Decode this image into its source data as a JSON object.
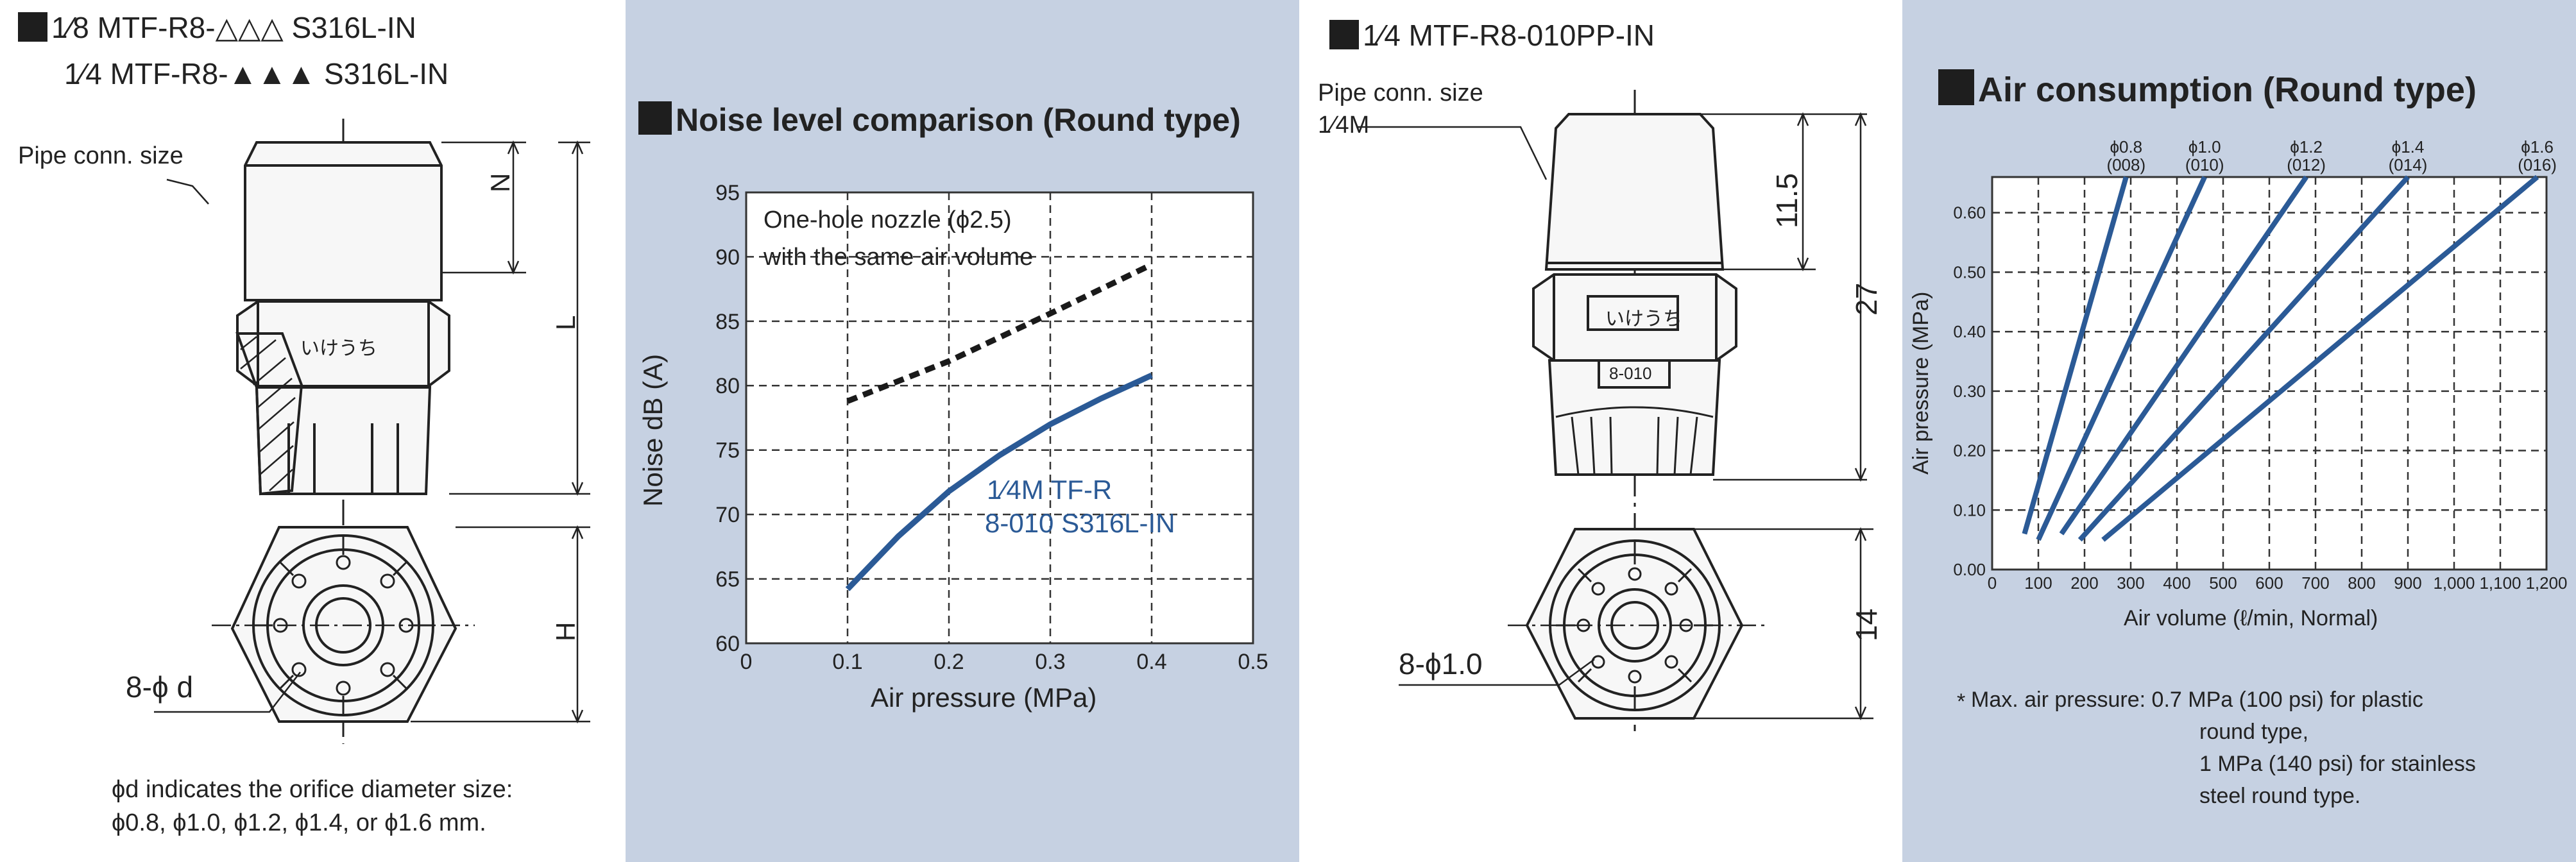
{
  "left_drawing": {
    "model_line1": "1⁄8 MTF-R8-△△△ S316L-IN",
    "model_line2": "1⁄4 MTF-R8-▲▲▲ S316L-IN",
    "pipe_label": "Pipe conn. size",
    "dim_N": "N",
    "dim_L": "L",
    "dim_H": "H",
    "orifice_label": "8-ϕ d",
    "body_mark": "いけうち",
    "note_line1": "ϕd indicates the orifice diameter size:",
    "note_line2": "ϕ0.8,  ϕ1.0,  ϕ1.2,  ϕ1.4,  or  ϕ1.6 mm."
  },
  "noise_chart": {
    "title": "Noise level comparison (Round type)",
    "annotation1": "One-hole nozzle (ϕ2.5)",
    "annotation2": "with the same air volume",
    "series_label1": "1⁄4M TF-R",
    "series_label2": "8-010 S316L-IN",
    "xlabel": "Air pressure (MPa)",
    "ylabel": "Noise dB (A)"
  },
  "right_drawing": {
    "model_line": "1⁄4 MTF-R8-010PP-IN",
    "pipe_label1": "Pipe conn. size",
    "pipe_label2": "1⁄4M",
    "dim_a": "11.5",
    "dim_b": "27",
    "dim_c": "14",
    "orifice_label": "8-ϕ1.0",
    "body_mark": "いけうち",
    "code_mark": "8-010"
  },
  "air_chart": {
    "title": "Air consumption (Round type)",
    "xlabel": "Air volume (ℓ/min, Normal)",
    "ylabel": "Air pressure (MPa)",
    "note_star": "*",
    "note_line1": "Max. air pressure: 0.7 MPa (100 psi) for plastic",
    "note_line2": "round type,",
    "note_line3": "1 MPa (140 psi) for stainless",
    "note_line4": "steel round type."
  },
  "chart_data": [
    {
      "type": "line",
      "title": "Noise level comparison (Round type)",
      "xlabel": "Air pressure (MPa)",
      "ylabel": "Noise dB (A)",
      "xlim": [
        0,
        0.5
      ],
      "ylim": [
        60,
        95
      ],
      "x_ticks": [
        "0",
        "0.1",
        "0.2",
        "0.3",
        "0.4",
        "0.5"
      ],
      "y_ticks": [
        "60",
        "65",
        "70",
        "75",
        "80",
        "85",
        "90",
        "95"
      ],
      "grid": true,
      "series": [
        {
          "name": "One-hole nozzle (ϕ2.5) with the same air volume",
          "style": "dashed",
          "color": "#1a1a1a",
          "x": [
            0.1,
            0.2,
            0.3,
            0.4
          ],
          "y": [
            78.8,
            81.9,
            85.6,
            89.4
          ]
        },
        {
          "name": "1⁄4M TF-R 8-010 S316L-IN",
          "style": "solid",
          "color": "#2b5a96",
          "x": [
            0.1,
            0.15,
            0.2,
            0.25,
            0.3,
            0.35,
            0.4
          ],
          "y": [
            64.2,
            68.3,
            71.8,
            74.6,
            77.0,
            79.0,
            80.8
          ]
        }
      ]
    },
    {
      "type": "line",
      "title": "Air consumption (Round type)",
      "xlabel": "Air volume (ℓ/min, Normal)",
      "ylabel": "Air pressure (MPa)",
      "xlim": [
        0,
        1200
      ],
      "ylim": [
        0,
        0.66
      ],
      "x_ticks": [
        "0",
        "100",
        "200",
        "300",
        "400",
        "500",
        "600",
        "700",
        "800",
        "900",
        "1,000",
        "1,100",
        "1,200"
      ],
      "y_ticks": [
        "0.00",
        "0.10",
        "0.20",
        "0.30",
        "0.40",
        "0.50",
        "0.60"
      ],
      "grid": true,
      "series": [
        {
          "name": "ϕ0.8 (008)",
          "color": "#2b5a96",
          "x": [
            70,
            290
          ],
          "y": [
            0.06,
            0.66
          ]
        },
        {
          "name": "ϕ1.0 (010)",
          "color": "#2b5a96",
          "x": [
            100,
            460
          ],
          "y": [
            0.05,
            0.66
          ]
        },
        {
          "name": "ϕ1.2 (012)",
          "color": "#2b5a96",
          "x": [
            150,
            680
          ],
          "y": [
            0.06,
            0.66
          ]
        },
        {
          "name": "ϕ1.4 (014)",
          "color": "#2b5a96",
          "x": [
            190,
            900
          ],
          "y": [
            0.05,
            0.66
          ]
        },
        {
          "name": "ϕ1.6 (016)",
          "color": "#2b5a96",
          "x": [
            240,
            1180
          ],
          "y": [
            0.05,
            0.66
          ]
        }
      ],
      "top_labels": [
        {
          "x": 290,
          "line1": "ϕ0.8",
          "line2": "(008)"
        },
        {
          "x": 460,
          "line1": "ϕ1.0",
          "line2": "(010)"
        },
        {
          "x": 680,
          "line1": "ϕ1.2",
          "line2": "(012)"
        },
        {
          "x": 900,
          "line1": "ϕ1.4",
          "line2": "(014)"
        },
        {
          "x": 1180,
          "line1": "ϕ1.6",
          "line2": "(016)"
        }
      ]
    }
  ]
}
